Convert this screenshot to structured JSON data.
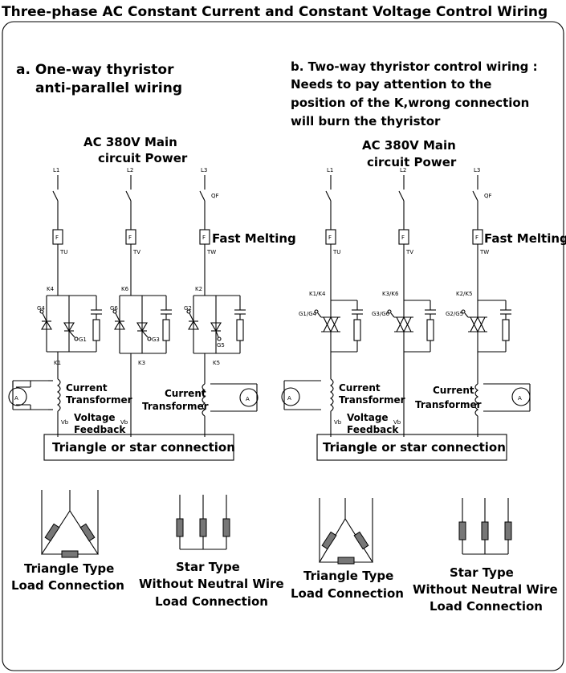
{
  "title": "Three-phase AC Constant Current and Constant Voltage Control Wiring",
  "panel_a": {
    "heading_line1": "a. One-way thyristor",
    "heading_line2": "anti-parallel wiring",
    "power_line1": "AC 380V Main",
    "power_line2": "circuit Power",
    "phases": [
      "L1",
      "L2",
      "L3"
    ],
    "switch_label": "QF",
    "fuse_label": "F",
    "fuse_outputs": [
      "TU",
      "TV",
      "TW"
    ],
    "fast_melting": "Fast Melting",
    "top_k": [
      "K4",
      "K6",
      "K2"
    ],
    "gate_left": [
      "G4",
      "G6",
      "G2"
    ],
    "gate_right": [
      "G1",
      "G3",
      "G5"
    ],
    "bottom_k": [
      "K1",
      "K3",
      "K5"
    ],
    "ammeter": "A",
    "ct_label_1": [
      "Current",
      "Transformer"
    ],
    "ct_label_2": [
      "Current",
      "Transformer"
    ],
    "voltage_feedback": [
      "Voltage",
      "Feedback"
    ],
    "vb": "Vb",
    "connection_box": "Triangle or star connection"
  },
  "panel_b": {
    "heading_line1": "b. Two-way thyristor control wiring :",
    "heading_line2": "Needs to pay attention to the",
    "heading_line3": "position of the K,wrong connection",
    "heading_line4": "will burn the thyristor",
    "power_line1": "AC 380V Main",
    "power_line2": "circuit Power",
    "phases": [
      "L1",
      "L2",
      "L3"
    ],
    "switch_label": "QF",
    "fuse_label": "F",
    "fuse_outputs": [
      "TU",
      "TV",
      "TW"
    ],
    "fast_melting": "Fast Melting",
    "top_k": [
      "K1/K4",
      "K3/K6",
      "K2/K5"
    ],
    "gates": [
      "G1/G4",
      "G3/G6",
      "G2/G5"
    ],
    "ammeter": "A",
    "ct_label_1": [
      "Current",
      "Transformer"
    ],
    "ct_label_2": [
      "Current",
      "Transformer"
    ],
    "voltage_feedback": [
      "Voltage",
      "Feedback"
    ],
    "vb": "Vb",
    "connection_box": "Triangle or star connection"
  },
  "loads": {
    "triangle_a": [
      "Triangle Type",
      "Load Connection"
    ],
    "star_a": [
      "Star Type",
      "Without Neutral Wire",
      "Load Connection"
    ],
    "triangle_b": [
      "Triangle Type",
      "Load Connection"
    ],
    "star_b": [
      "Star Type",
      "Without Neutral Wire",
      "Load Connection"
    ]
  }
}
